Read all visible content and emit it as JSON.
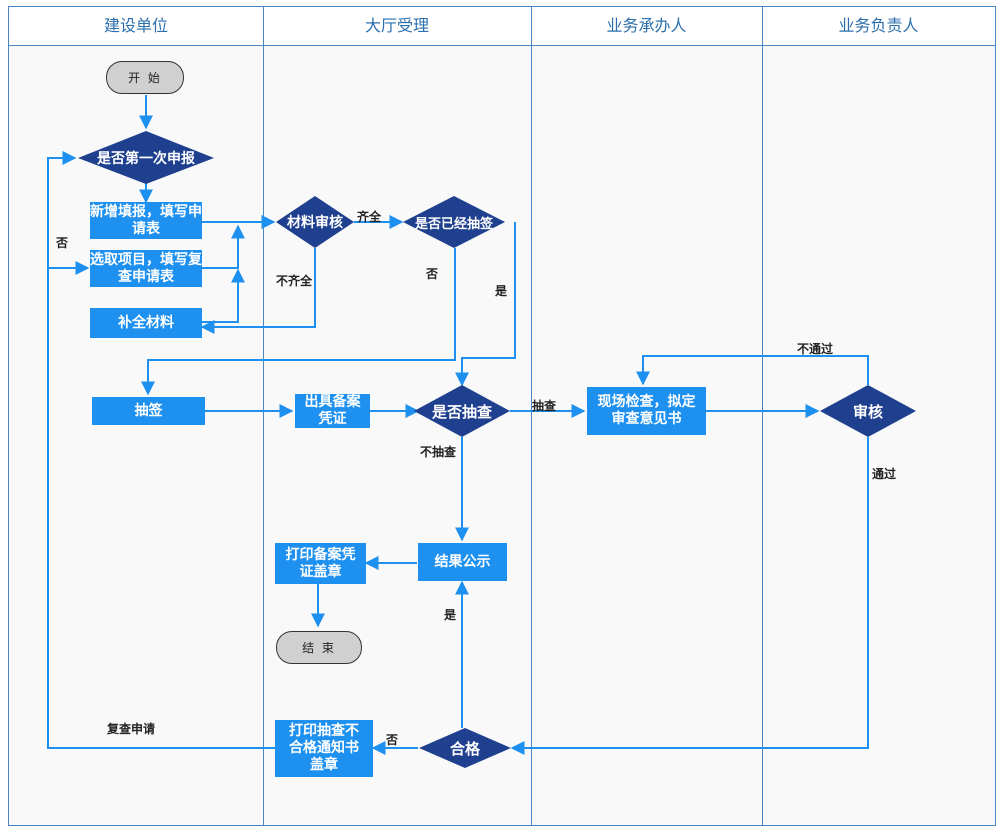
{
  "lanes": [
    "建设单位",
    "大厅受理",
    "业务承办人",
    "业务负责人"
  ],
  "nodes": {
    "start": "开 始",
    "first_report": "是否第一次申报",
    "new_fill": "新增填报，填写申请表",
    "select_item": "选取项目，填写复查申请表",
    "supplement": "补全材料",
    "material_review": "材料审核",
    "signed": "是否已经抽签",
    "draw_lots": "抽签",
    "issue_voucher": "出具备案凭证",
    "is_inspected": "是否抽查",
    "site_check": "现场检查，拟定审查意见书",
    "audit": "审核",
    "publish": "结果公示",
    "print_voucher": "打印备案凭证盖章",
    "end": "结 束",
    "qualified": "合格",
    "print_notice": "打印抽查不合格通知书盖章"
  },
  "labels": {
    "no_first": "否",
    "complete": "齐全",
    "incomplete": "不齐全",
    "not_signed": "否",
    "yes_signed": "是",
    "inspect": "抽查",
    "no_inspect": "不抽查",
    "not_pass": "不通过",
    "pass": "通过",
    "yes_qualified": "是",
    "not_qualified": "否",
    "recheck": "复查申请"
  },
  "colors": {
    "lane_border": "#4a86c5",
    "process_fill": "#1e90ef",
    "decision_fill": "#1f3f8f",
    "arrow": "#1e90ef",
    "terminal_fill": "#d0d0d0"
  }
}
